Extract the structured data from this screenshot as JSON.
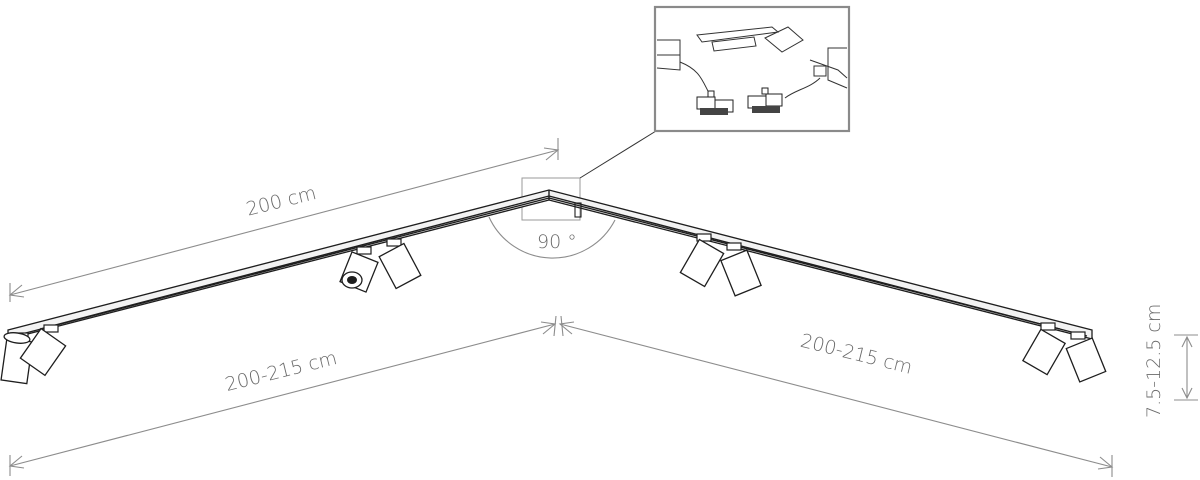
{
  "dimensions": {
    "top_length": "200 cm",
    "left_length": "200-215 cm",
    "right_length": "200-215 cm",
    "height": "7.5-12.5 cm",
    "angle": "90 °"
  },
  "colors": {
    "line": "#1e1e1e",
    "dimension": "#8c8c8c",
    "text": "#6b6b6b",
    "detail_frame": "#8a8a8a"
  },
  "icons": {
    "spotlight": "spotlight-icon",
    "connector": "corner-connector-icon"
  }
}
